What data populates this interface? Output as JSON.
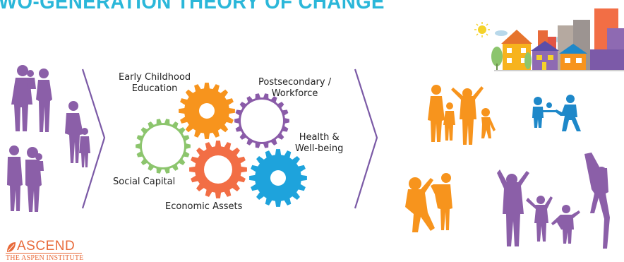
{
  "title": "WO-GENERATION THEORY OF CHANGE",
  "gears": [
    {
      "id": "early-childhood",
      "label": "Early Childhood\nEducation",
      "color": "#f7941d"
    },
    {
      "id": "postsecondary",
      "label": "Postsecondary /\nWorkforce",
      "color": "#8a5ba8"
    },
    {
      "id": "social-capital",
      "label": "Social Capital",
      "color": "#8cc56d"
    },
    {
      "id": "economic-assets",
      "label": "Economic Assets",
      "color": "#f26e45"
    },
    {
      "id": "health",
      "label": "Health &\nWell-being",
      "color": "#1ea3dc"
    }
  ],
  "logo": {
    "name": "ASCEND",
    "subtitle": "THE ASPEN INSTITUTE",
    "color": "#e86a3a"
  },
  "colors": {
    "title": "#2bb7d9",
    "arrow": "#7b5aa6",
    "purple": "#8b5fa8",
    "orange": "#f7941d",
    "blue": "#1e88c9"
  }
}
